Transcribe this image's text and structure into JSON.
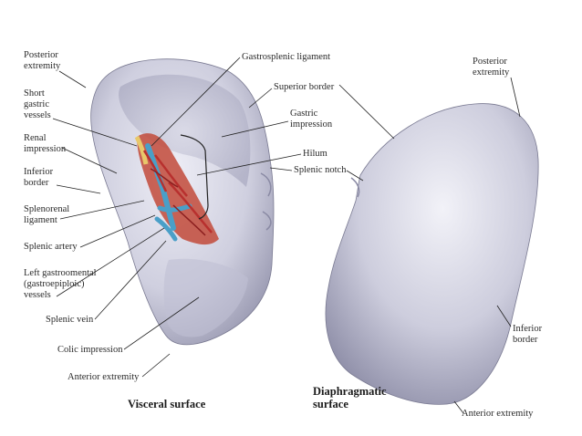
{
  "visceral": {
    "caption": "Visceral surface",
    "labels": {
      "posterior_extremity": "Posterior\nextremity",
      "short_gastric_vessels": "Short\ngastric\nvessels",
      "renal_impression": "Renal\nimpression",
      "inferior_border": "Inferior\nborder",
      "splenorenal_ligament": "Splenorenal\nligament",
      "splenic_artery": "Splenic artery",
      "left_gastroomental_vessels": "Left gastroomental\n(gastroepiploic)\nvessels",
      "splenic_vein": "Splenic vein",
      "colic_impression": "Colic impression",
      "anterior_extremity": "Anterior extremity",
      "gastrosplenic_ligament": "Gastrosplenic ligament",
      "superior_border": "Superior border",
      "gastric_impression": "Gastric\nimpression",
      "hilum": "Hilum",
      "splenic_notch": "Splenic notch"
    }
  },
  "diaphragmatic": {
    "caption": "Diaphragmatic\nsurface",
    "labels": {
      "posterior_extremity": "Posterior\nextremity",
      "inferior_border": "Inferior\nborder",
      "anterior_extremity": "Anterior extremity"
    }
  },
  "colors": {
    "spleen_surface": "#d9d8e6",
    "spleen_shadow": "#8f8fa8",
    "artery": "#b8302e",
    "vein": "#4a9fc8",
    "fat": "#e8c86a"
  }
}
